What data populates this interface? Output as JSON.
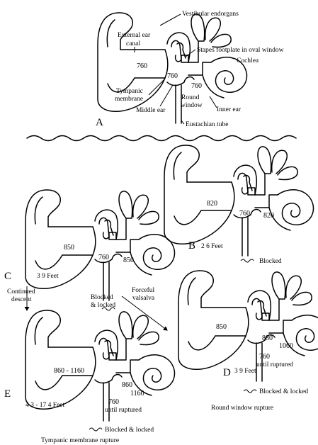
{
  "panel_a": {
    "letter": "A",
    "vestibular": "Vestibular endorgans",
    "ext_canal_1": "External ear",
    "ext_canal_2": "canal",
    "stapes": "Stapes footplate in oval window",
    "cochlea": "Cochlea",
    "tympanic_1": "Tympanic",
    "tympanic_2": "membrane",
    "middle_ear": "Middle ear",
    "round_1": "Round",
    "round_2": "window",
    "inner_ear": "Inner ear",
    "eustachian": "Eustachian tube",
    "p_canal": "760",
    "p_middle": "760",
    "p_inner": "760"
  },
  "panel_b": {
    "letter": "B",
    "depth": "2 6 Feet",
    "blocked": "Blocked",
    "p_canal": "820",
    "p_middle": "760",
    "p_inner": "820"
  },
  "panel_c": {
    "letter": "C",
    "depth": "3 9 Feet",
    "blocked_1": "Blocked",
    "blocked_2": "& locked",
    "p_canal": "850",
    "p_middle": "760",
    "p_inner": "850"
  },
  "panel_d": {
    "letter": "D",
    "depth": "3 9 Feet",
    "p_canal": "850",
    "p_a": "880",
    "p_b": "1060",
    "p_middle": "760",
    "until": "until ruptured",
    "blocked": "Blocked & locked",
    "caption": "Round window rupture"
  },
  "panel_e": {
    "letter": "E",
    "depth": "4 3 - 17 4 Feet",
    "p_canal": "860 - 1160",
    "p_a": "860",
    "p_b": "1160",
    "p_middle": "760",
    "until": "until ruptured",
    "blocked": "Blocked & locked",
    "caption": "Tympanic membrane rupture"
  },
  "arrows": {
    "continued_1": "Continued",
    "continued_2": "descent",
    "forceful_1": "Forceful",
    "forceful_2": "valsalva"
  }
}
